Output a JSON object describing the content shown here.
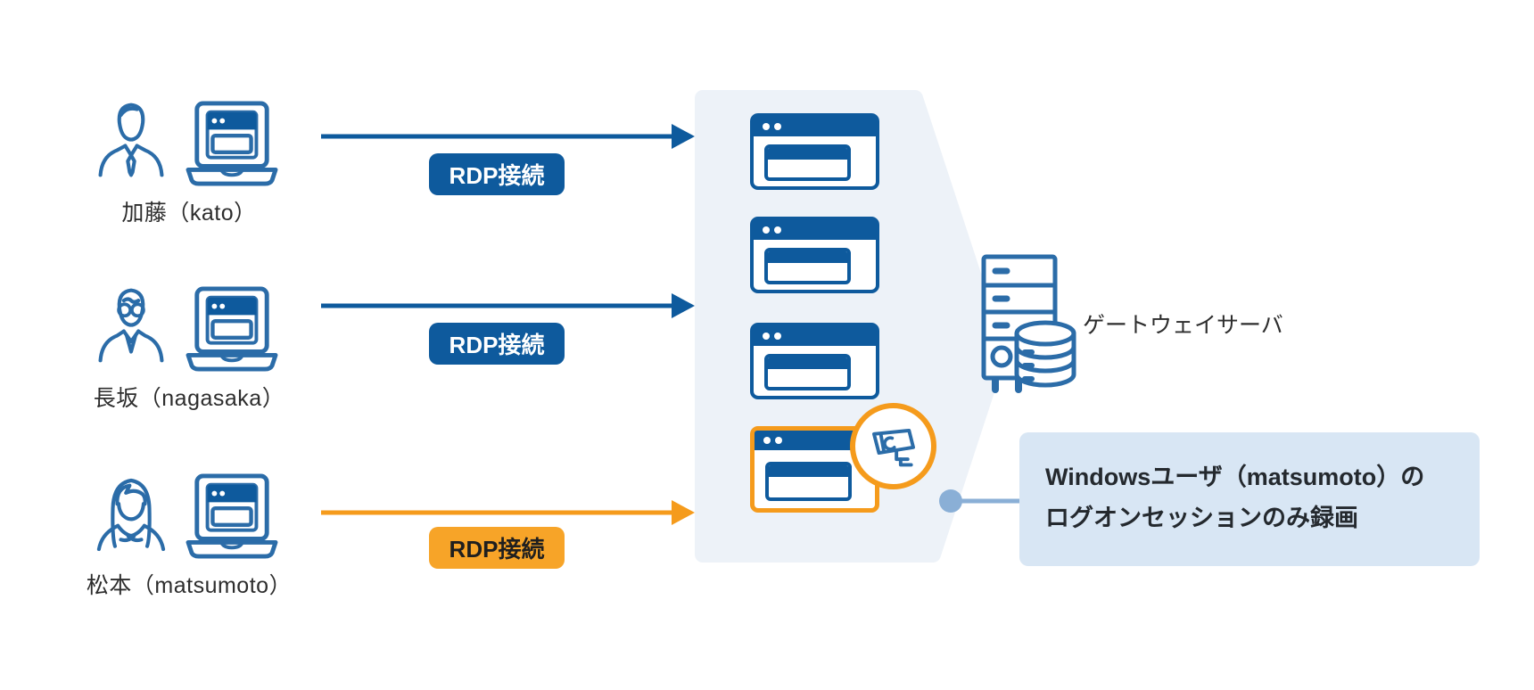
{
  "users": [
    {
      "name": "加藤（kato）",
      "connection": "RDP接続",
      "arrow_color": "#0E5A9D",
      "icon": "man-icon"
    },
    {
      "name": "長坂（nagasaka）",
      "connection": "RDP接続",
      "arrow_color": "#0E5A9D",
      "icon": "man-glasses-icon"
    },
    {
      "name": "松本（matsumoto）",
      "connection": "RDP接続",
      "arrow_color": "#F59B1C",
      "icon": "woman-icon"
    }
  ],
  "gateway": {
    "label": "ゲートウェイサーバ",
    "session_windows": 4,
    "recorded_session_index": 3
  },
  "callout": {
    "line1": "Windowsユーザ（matsumoto）の",
    "line2": "ログオンセッションのみ録画"
  },
  "icons": {
    "user_male": "man-icon",
    "user_male_glasses": "man-glasses-icon",
    "user_female": "woman-icon",
    "laptop": "laptop-icon",
    "session_window": "browser-window-icon",
    "recording": "security-camera-icon",
    "server": "gateway-server-icon",
    "database": "database-icon"
  },
  "colors": {
    "primary_blue": "#0E5A9D",
    "icon_blue": "#2B6CA8",
    "orange": "#F59B1C",
    "orange_badge": "#F7A428",
    "panel_bg": "#EDF2F8",
    "callout_bg": "#D8E6F4",
    "connector": "#8AAFD6",
    "text": "#2D2D2D"
  }
}
